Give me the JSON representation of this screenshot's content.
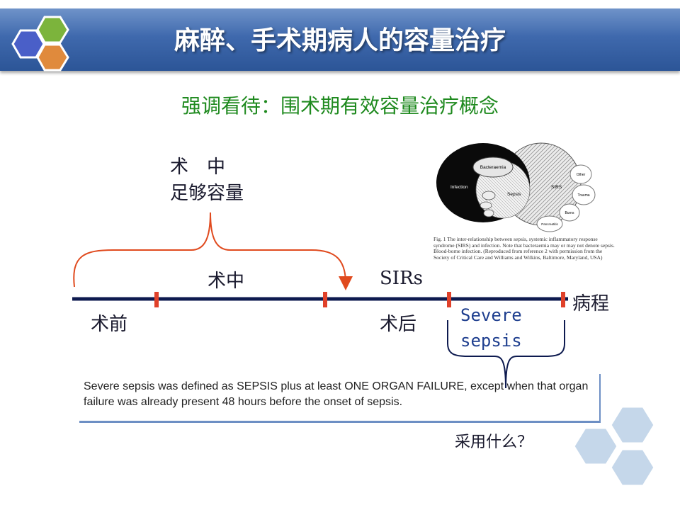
{
  "header": {
    "title": "麻醉、手术期病人的容量治疗"
  },
  "subtitle": "强调看待：围术期有效容量治疗概念",
  "annotations": {
    "intraop_line1": "术　中",
    "intraop_line2": "足够容量"
  },
  "timeline": {
    "labels": {
      "preop": "术前",
      "intraop": "术中",
      "sirs": "SIRs",
      "postop": "术后",
      "severe1": "Severe",
      "severe2": "sepsis",
      "course": "病程"
    },
    "markers": [
      0.17,
      0.51,
      0.76,
      0.99
    ],
    "colors": {
      "line": "#0d1a4f",
      "marker": "#e0412a",
      "brace_top": "#e04a1e",
      "brace_bottom": "#0d1a4f"
    }
  },
  "figure": {
    "circle_labels": [
      "Bacteraemia",
      "Infection",
      "Sepsis",
      "SIRS",
      "Other",
      "Trauma",
      "Burns",
      "Pancreatitis"
    ],
    "caption": "Fig. 1 The inter-relationship between sepsis, systemic inflammatory response syndrome (SIRS) and infection. Note that bacteraemia may or may not denote sepsis. Blood-borne infection. (Reproduced from reference 2 with permission from the Society of Critical Care and Williams and Wilkins, Baltimore, Maryland, USA)"
  },
  "definition": {
    "text": "Severe sepsis was defined as SEPSIS plus at least ONE ORGAN FAILURE, except when that organ failure was already present 48 hours before the onset of sepsis."
  },
  "question": "采用什么？",
  "colors": {
    "header": "#3f69ad",
    "subtitle": "#1f8a1f",
    "hex_blue": "#4a5fc8",
    "hex_green": "#7cb43c",
    "hex_orange": "#e08a3c",
    "hex_light": "#c5d7ea"
  }
}
